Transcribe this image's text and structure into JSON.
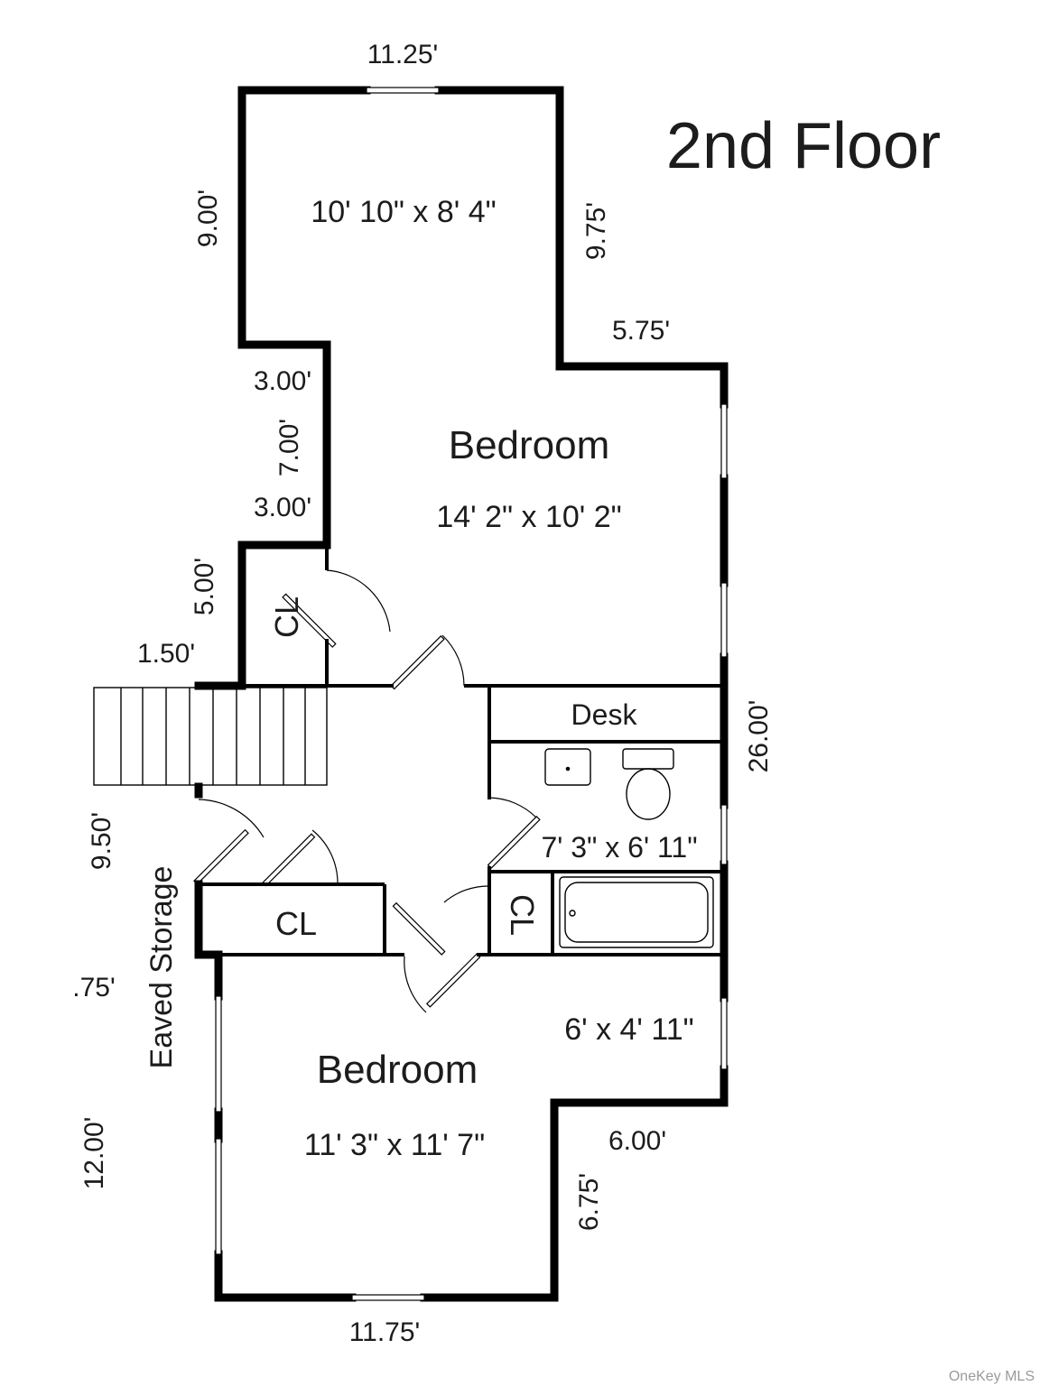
{
  "floor_title": "2nd Floor",
  "rooms": {
    "upper_alcove_size": "10' 10\" x 8' 4\"",
    "upper_bedroom_name": "Bedroom",
    "upper_bedroom_size": "14' 2\" x 10' 2\"",
    "bath_size": "7' 3\" x 6' 11\"",
    "lower_bedroom_name": "Bedroom",
    "lower_bedroom_size": "11' 3\" x 11' 7\"",
    "lower_alcove_size": "6' x 4' 11\"",
    "closet_upper": "CL",
    "closet_lower": "CL",
    "closet_bath": "CL",
    "desk": "Desk",
    "eaved_storage": "Eaved Storage"
  },
  "dimensions": {
    "top_width": "11.25'",
    "upper_left_height": "9.00'",
    "upper_right_height": "9.75'",
    "upper_right_step": "5.75'",
    "left_jog_top": "3.00'",
    "left_jog_height": "7.00'",
    "left_jog_bottom": "3.00'",
    "closet_height": "5.00'",
    "stair_width": "1.50'",
    "overall_length": "26.00'",
    "hall_height": "9.50'",
    "eave_depth": ".75'",
    "lower_left_height": "12.00'",
    "lower_right_step": "6.00'",
    "lower_right_height": "6.75'",
    "bottom_width": "11.75'"
  },
  "watermark": "OneKey MLS",
  "colors": {
    "wall": "#000000",
    "text": "#1c1c1c",
    "watermark": "#9a9a9a"
  }
}
